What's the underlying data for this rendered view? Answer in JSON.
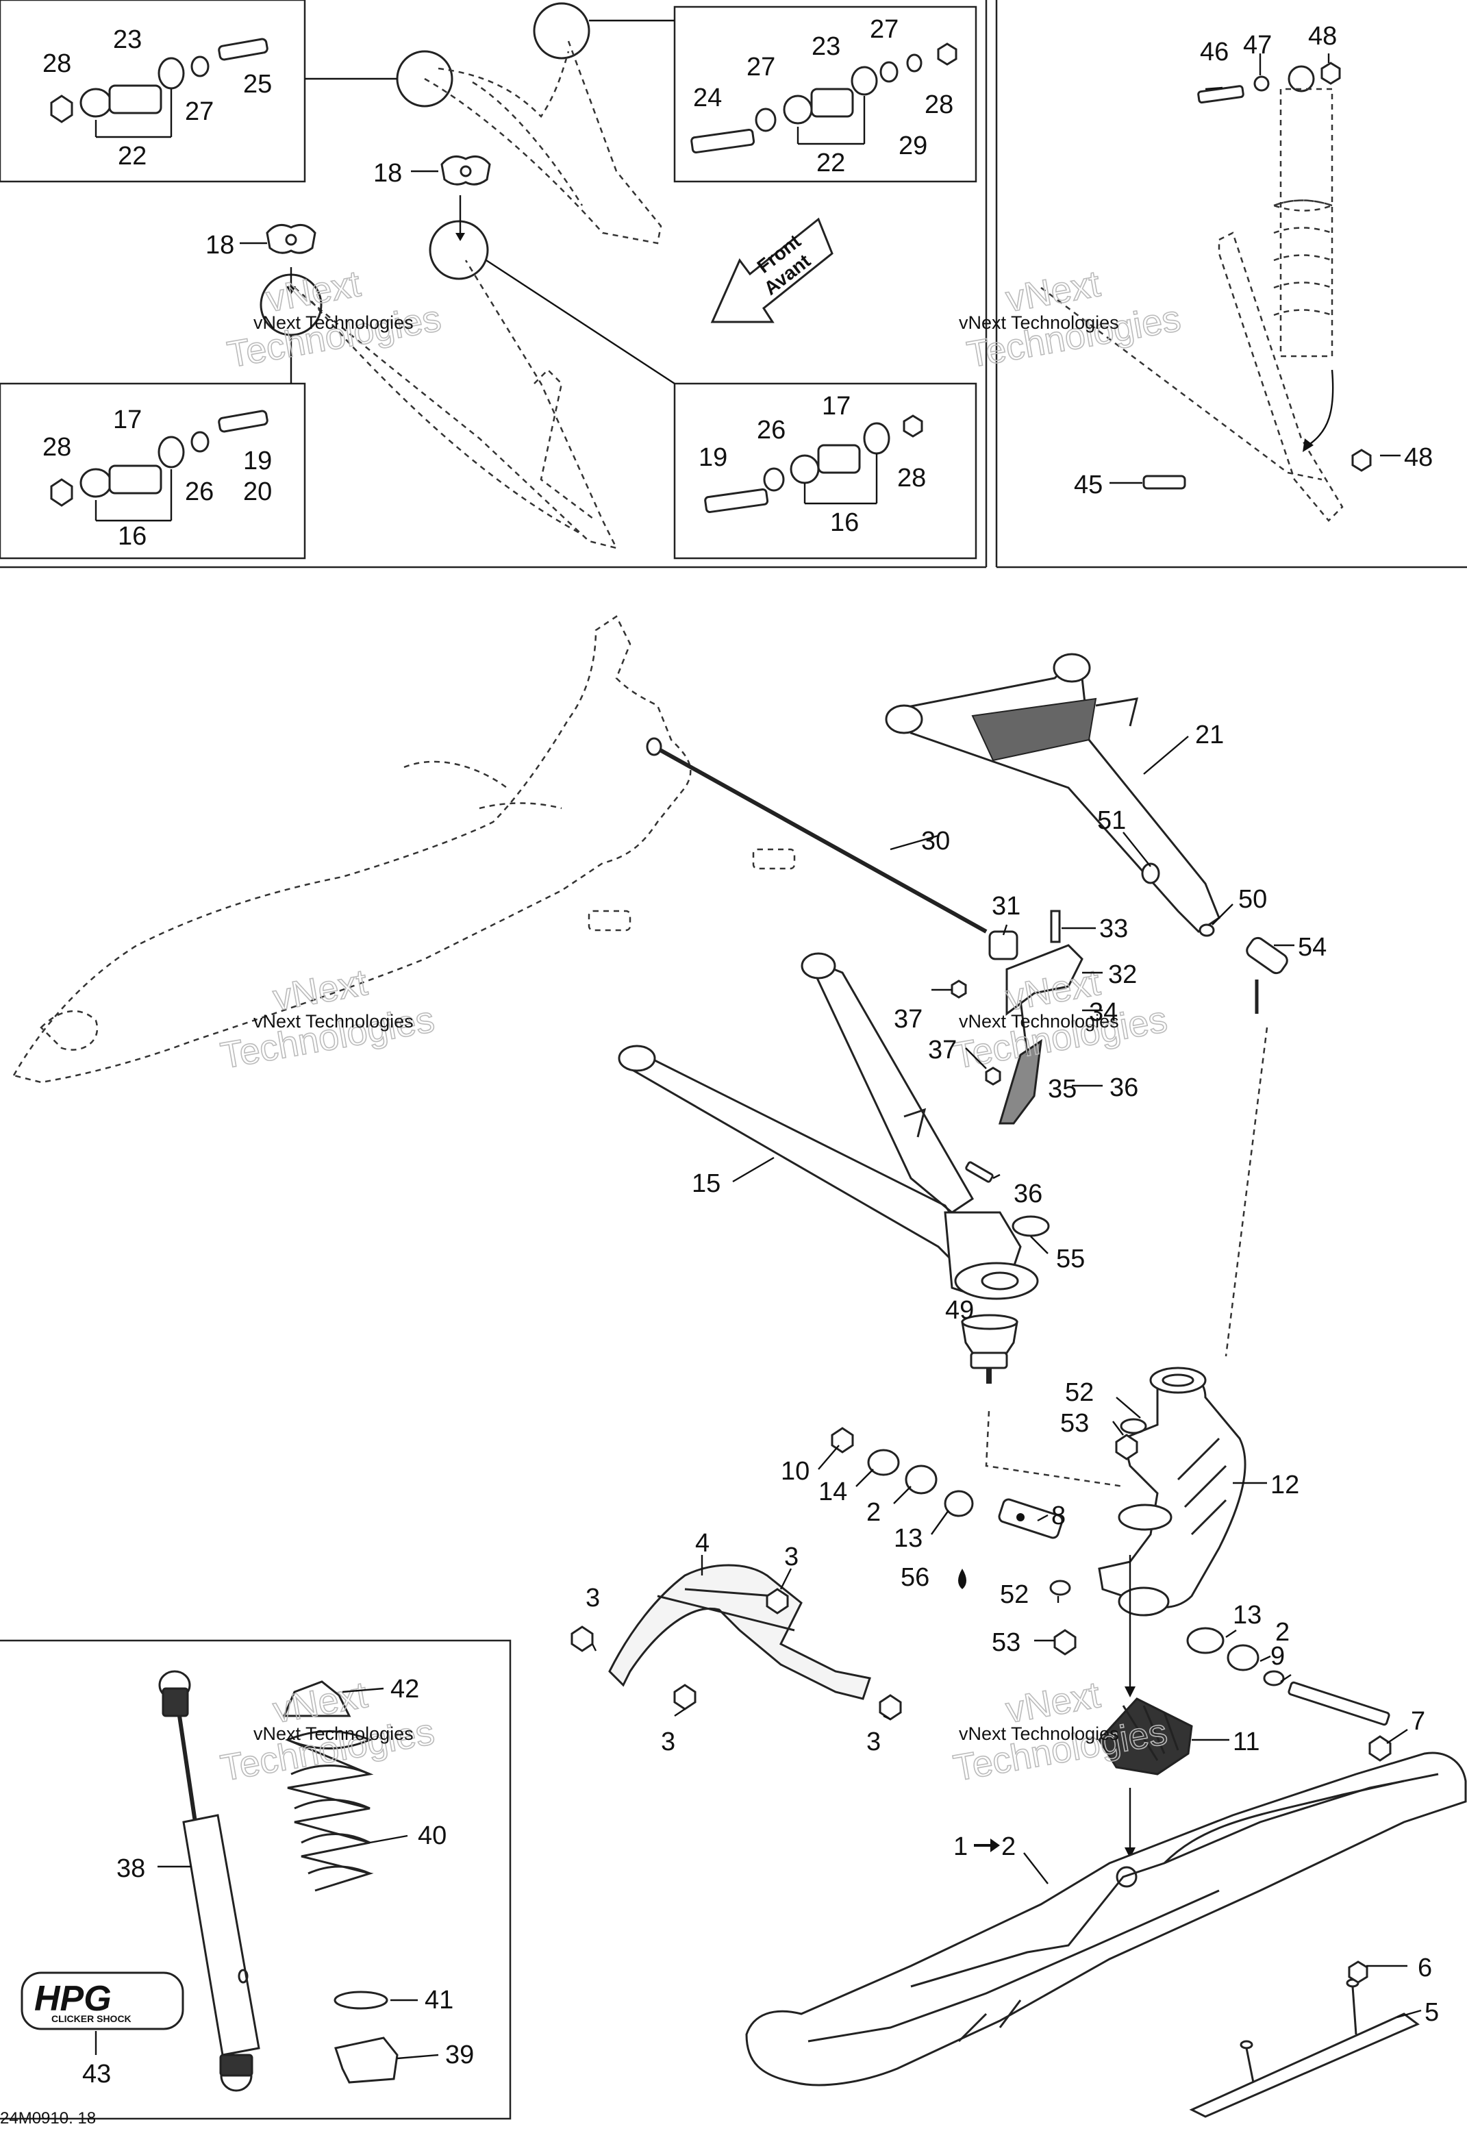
{
  "diagram": {
    "ref_code": "24M0910. 18",
    "direction_arrow": {
      "line1": "Front",
      "line2": "Avant"
    },
    "watermark": {
      "line1": "vNext Technologies",
      "big1": "vNext",
      "big2": "Technologies"
    },
    "logo": {
      "brand": "HPG",
      "sub": "CLICKER SHOCK"
    },
    "callouts": {
      "c1": "28",
      "c2": "23",
      "c3": "25",
      "c4": "27",
      "c5": "22",
      "c6": "27",
      "c7": "23",
      "c8": "27",
      "c9": "24",
      "c10": "28",
      "c11": "29",
      "c12": "22",
      "c13": "18",
      "c14": "18",
      "c15": "28",
      "c16": "17",
      "c17": "19",
      "c18": "20",
      "c19": "26",
      "c20": "16",
      "c21": "17",
      "c22": "26",
      "c23": "19",
      "c24": "28",
      "c25": "16",
      "c26": "46",
      "c27": "47",
      "c28": "48",
      "c29": "48",
      "c30": "45",
      "c31": "21",
      "c32": "30",
      "c33": "51",
      "c34": "50",
      "c35": "31",
      "c36": "33",
      "c37": "54",
      "c38": "32",
      "c39": "37",
      "c40": "34",
      "c41": "37",
      "c42": "35",
      "c43": "36",
      "c44": "15",
      "c45": "36",
      "c46": "55",
      "c47": "49",
      "c48": "52",
      "c49": "53",
      "c50": "12",
      "c51": "10",
      "c52": "14",
      "c53": "2",
      "c54": "8",
      "c55": "13",
      "c56": "56",
      "c57": "4",
      "c58": "3",
      "c59": "3",
      "c60": "52",
      "c61": "53",
      "c62": "13",
      "c63": "2",
      "c64": "9",
      "c65": "3",
      "c66": "3",
      "c67": "7",
      "c68": "11",
      "c69": "42",
      "c70": "40",
      "c71": "38",
      "c72": "1",
      "c73": "2",
      "c74": "6",
      "c75": "5",
      "c76": "41",
      "c77": "39",
      "c78": "43"
    }
  }
}
